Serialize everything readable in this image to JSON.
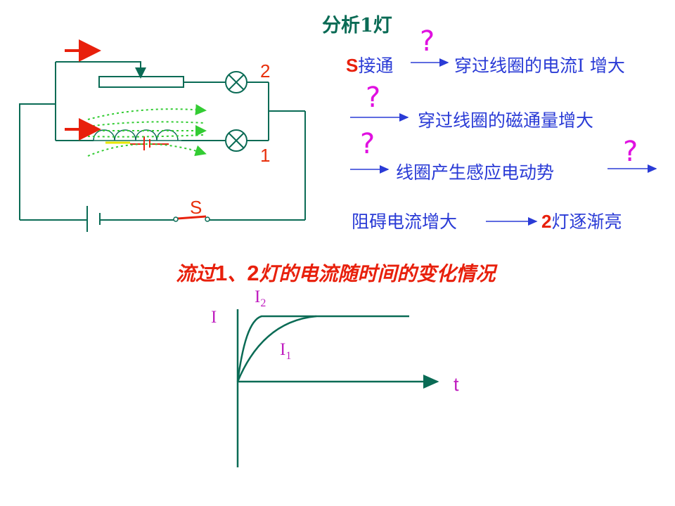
{
  "title": "分析1灯",
  "circuit": {
    "lamp2_label": "2",
    "lamp1_label": "1",
    "switch_label": "S"
  },
  "steps": {
    "s_letter": "S",
    "s_text": "接通",
    "result1": "穿过线圈的电流I 增大",
    "result2": "穿过线圈的磁通量增大",
    "result3": "线圈产生感应电动势",
    "q1": "?",
    "q2": "?",
    "q3": "?",
    "q4": "?",
    "hinder": "阻碍电流增大",
    "lamp_num": "2",
    "lamp_text": "灯逐渐亮"
  },
  "subtitle": {
    "pre": "流过",
    "n1": "1",
    "sep": "、",
    "n2": "2",
    "post": "灯的电流随时间的变化情况"
  },
  "graph": {
    "y_axis": "I",
    "x_axis": "t",
    "curve2_base": "I",
    "curve2_sub": "2",
    "curve1_base": "I",
    "curve1_sub": "1"
  },
  "colors": {
    "wire": "#0a6b55",
    "arrow_red": "#e8200c",
    "field_green": "#33cc33",
    "text_blue": "#2a3bd6",
    "question": "#e010e0"
  }
}
